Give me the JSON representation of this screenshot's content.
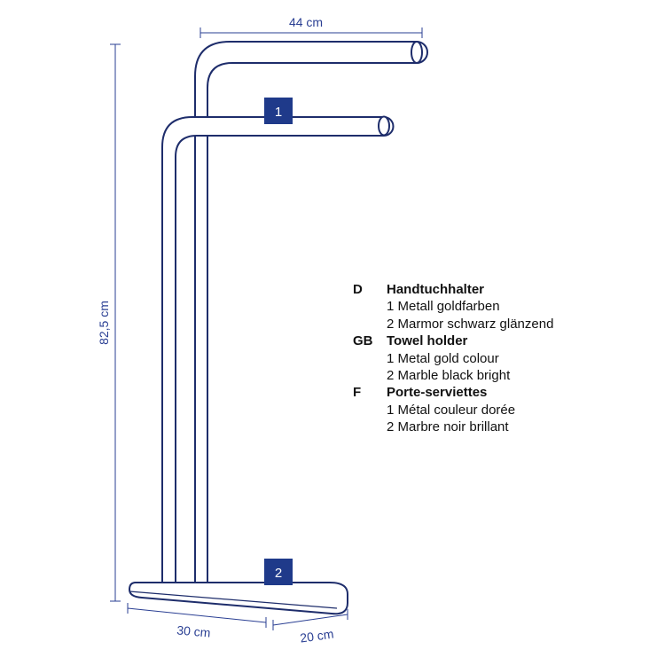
{
  "colors": {
    "outline": "#1e2d6b",
    "dimension": "#2a3f93",
    "badge_bg": "#1f3a8a",
    "badge_text": "#ffffff",
    "text": "#111111"
  },
  "dimensions": {
    "width_top": "44 cm",
    "height": "82,5 cm",
    "base_width": "30 cm",
    "base_depth": "20 cm"
  },
  "badges": {
    "top": "1",
    "bottom": "2"
  },
  "legend": [
    {
      "code": "D",
      "title": "Handtuchhalter",
      "items": [
        "1 Metall goldfarben",
        "2 Marmor schwarz glänzend"
      ]
    },
    {
      "code": "GB",
      "title": "Towel holder",
      "items": [
        "1 Metal gold colour",
        "2 Marble black bright"
      ]
    },
    {
      "code": "F",
      "title": "Porte-serviettes",
      "items": [
        "1 Métal couleur dorée",
        "2 Marbre noir brillant"
      ]
    }
  ]
}
